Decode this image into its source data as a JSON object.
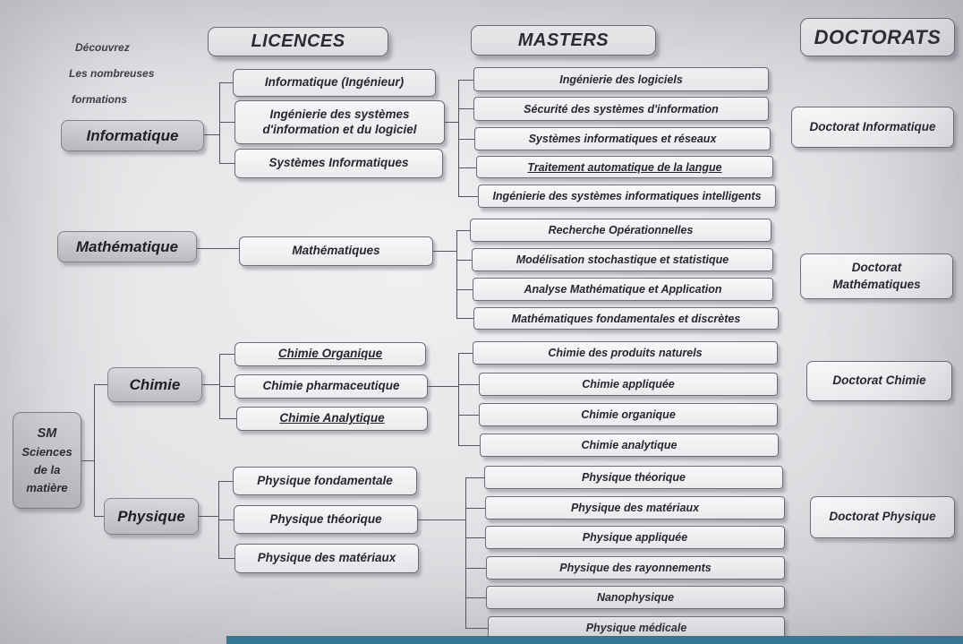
{
  "intro": {
    "line1": "Découvrez",
    "line2": "Les nombreuses",
    "line3": "formations"
  },
  "headers": {
    "licences": "LICENCES",
    "masters": "MASTERS",
    "doctorats": "DOCTORATS"
  },
  "colors": {
    "footer_bar": "#2b7ea0"
  },
  "informatique": {
    "domain": "Informatique",
    "licences": [
      "Informatique (Ingénieur)",
      "Ingénierie des systèmes d'information et du logiciel",
      "Systèmes Informatiques"
    ],
    "masters": [
      "Ingénierie des logiciels",
      "Sécurité des systèmes d'information",
      "Systèmes informatiques et réseaux",
      "Traitement automatique de la langue",
      "Ingénierie des systèmes informatiques intelligents"
    ],
    "doctorat": "Doctorat Informatique"
  },
  "mathematique": {
    "domain": "Mathématique",
    "licences": [
      "Mathématiques"
    ],
    "masters": [
      "Recherche Opérationnelles",
      "Modélisation stochastique et statistique",
      "Analyse Mathématique et Application",
      "Mathématiques fondamentales et discrètes"
    ],
    "doctorat": "Doctorat Mathématiques"
  },
  "sm": {
    "code": "SM",
    "line1": "Sciences",
    "line2": "de la",
    "line3": "matière"
  },
  "chimie": {
    "domain": "Chimie",
    "licences": [
      "Chimie Organique",
      "Chimie pharmaceutique",
      "Chimie Analytique"
    ],
    "masters": [
      "Chimie des produits naturels",
      "Chimie appliquée",
      "Chimie organique",
      "Chimie analytique"
    ],
    "doctorat": "Doctorat Chimie"
  },
  "physique": {
    "domain": "Physique",
    "licences": [
      "Physique fondamentale",
      "Physique théorique",
      "Physique des matériaux"
    ],
    "masters": [
      "Physique théorique",
      "Physique des matériaux",
      "Physique appliquée",
      "Physique des rayonnements",
      "Nanophysique",
      "Physique médicale"
    ],
    "doctorat": "Doctorat Physique"
  }
}
